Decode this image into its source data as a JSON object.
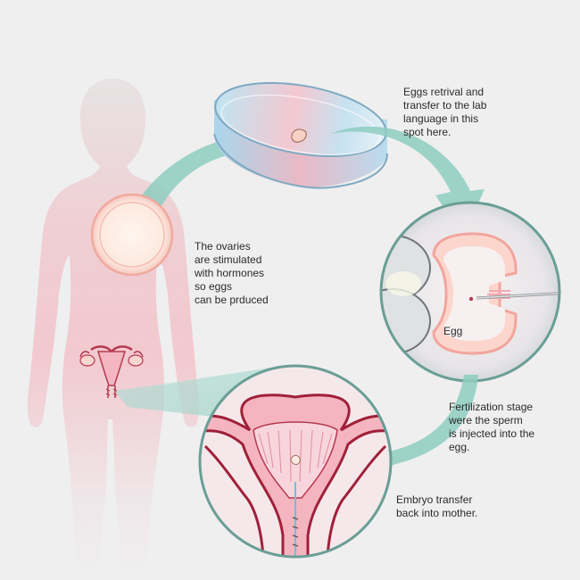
{
  "steps": [
    {
      "id": "ovaries",
      "text": "The ovaries\nare stimulated\nwith hormones\nso eggs\ncan be prduced"
    },
    {
      "id": "retrieval",
      "text": "Eggs retrival and\ntransfer to the lab\nlanguage in this\nspot here."
    },
    {
      "id": "fertilization",
      "text": "Fertilization stage\nwere the sperm\nis injected into the\negg."
    },
    {
      "id": "transfer",
      "text": "Embryo transfer\nback into mother."
    }
  ],
  "egg_label": "Egg",
  "colors": {
    "background": "#efeff0",
    "arrow": "#8ecdc0",
    "silhouette": "#e7c6cb",
    "uterus_pink": "#f2b9c2",
    "uterus_dark": "#a0203a",
    "dish_blue": "#bfe4f2",
    "dish_pink": "#f3c6cf",
    "lens_rim": "#6a9e95",
    "egg_outline": "#f2a59d"
  }
}
